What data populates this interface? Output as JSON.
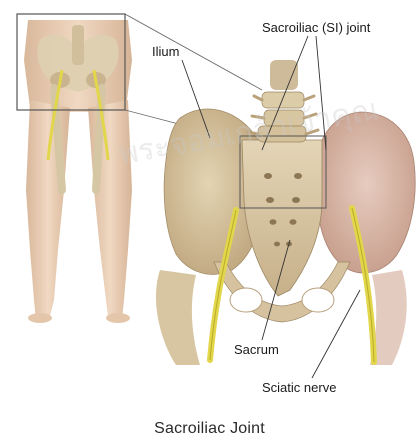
{
  "labels": {
    "ilium": "Ilium",
    "si_joint": "Sacroiliac (SI) joint",
    "sacrum": "Sacrum",
    "sciatic_nerve": "Sciatic nerve"
  },
  "caption": "Sacroiliac Joint",
  "watermark": {
    "text": "พระจอมเกล้าเจ้าคุณ",
    "color": "#c9c9c9"
  },
  "colors": {
    "bone": "#d9c9a6",
    "bone_shadow": "#b9a27a",
    "ilium_pink": "#d7b7a8",
    "nerve": "#e2d64a",
    "skin": "#ead0b8",
    "skin_shadow": "#d4b497",
    "leader_line": "#333333",
    "box_line": "#555555"
  }
}
